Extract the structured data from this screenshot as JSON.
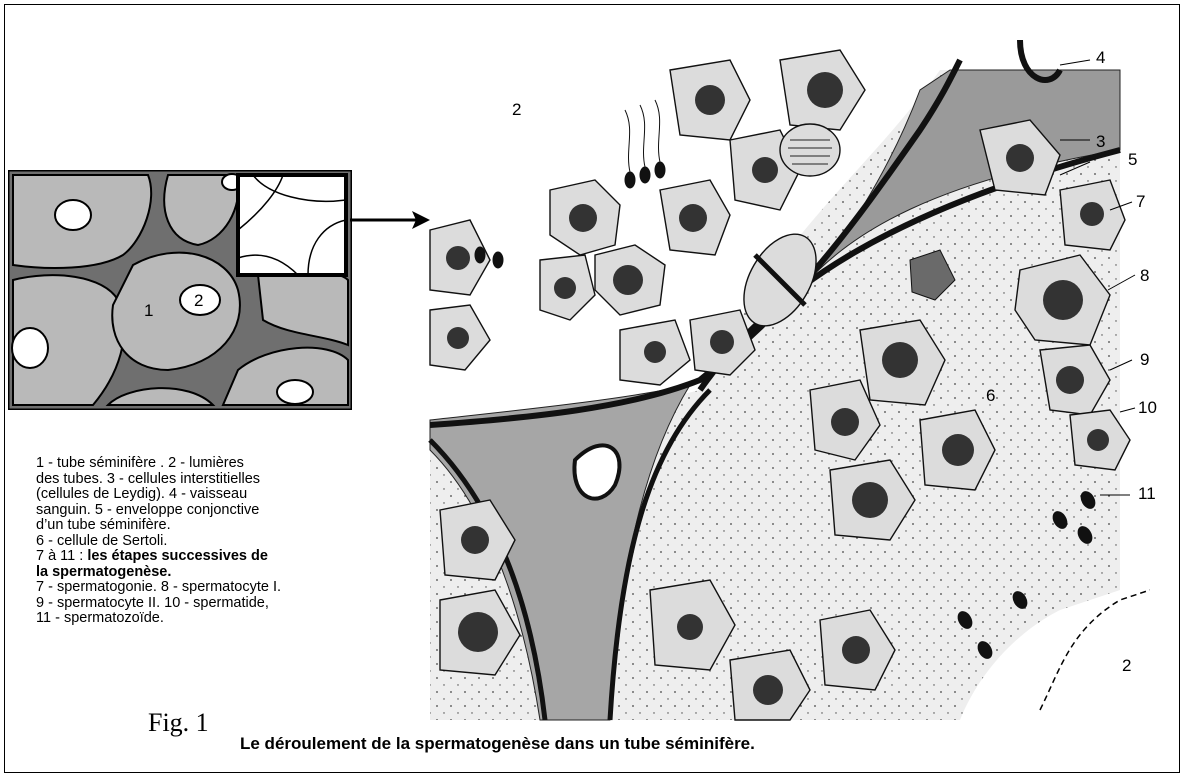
{
  "inset": {
    "label_tube": "1",
    "label_lumen": "2"
  },
  "detail_labels": {
    "l2_top": "2",
    "l4": "4",
    "l3": "3",
    "l5": "5",
    "l7": "7",
    "l8": "8",
    "l9": "9",
    "l6": "6",
    "l10": "10",
    "l11": "11",
    "l2_bottom": "2"
  },
  "legend": {
    "line1": "1 - tube  séminifère . 2 - lumières",
    "line2": "  des tubes. 3 - cellules interstitielles",
    "line3": "(cellules de Leydig). 4 - vaisseau",
    "line4": "sanguin. 5 - enveloppe conjonctive",
    "line5": "d’un tube séminifère.",
    "line6": "6 - cellule de Sertoli.",
    "line7_prefix": "7 à 11 : ",
    "line7_bold": "les étapes successives de",
    "line8_bold": "la spermatogenèse.",
    "line9": "7 - spermatogonie. 8 - spermatocyte I.",
    "line10": "9 - spermatocyte II. 10 - spermatide,",
    "line11": "11 - spermatozoïde."
  },
  "figure_label": "Fig. 1",
  "caption": "Le déroulement de la spermatogenèse dans un tube séminifère."
}
